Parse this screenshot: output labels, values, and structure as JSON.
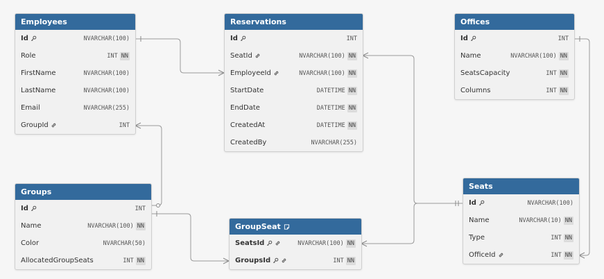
{
  "tables": {
    "employees": {
      "title": "Employees",
      "columns": [
        {
          "name": "Id",
          "type": "NVARCHAR(100)",
          "nn": "",
          "icons": [
            "key-icon"
          ]
        },
        {
          "name": "Role",
          "type": "INT",
          "nn": "NN",
          "icons": []
        },
        {
          "name": "FirstName",
          "type": "NVARCHAR(100)",
          "nn": "",
          "icons": []
        },
        {
          "name": "LastName",
          "type": "NVARCHAR(100)",
          "nn": "",
          "icons": []
        },
        {
          "name": "Email",
          "type": "NVARCHAR(255)",
          "nn": "",
          "icons": []
        },
        {
          "name": "GroupId",
          "type": "INT",
          "nn": "",
          "icons": [
            "link-icon"
          ]
        }
      ]
    },
    "reservations": {
      "title": "Reservations",
      "columns": [
        {
          "name": "Id",
          "type": "INT",
          "nn": "",
          "icons": [
            "key-icon"
          ]
        },
        {
          "name": "SeatId",
          "type": "NVARCHAR(100)",
          "nn": "NN",
          "icons": [
            "link-icon"
          ]
        },
        {
          "name": "EmployeeId",
          "type": "NVARCHAR(100)",
          "nn": "NN",
          "icons": [
            "link-icon"
          ]
        },
        {
          "name": "StartDate",
          "type": "DATETIME",
          "nn": "NN",
          "icons": []
        },
        {
          "name": "EndDate",
          "type": "DATETIME",
          "nn": "NN",
          "icons": []
        },
        {
          "name": "CreatedAt",
          "type": "DATETIME",
          "nn": "NN",
          "icons": []
        },
        {
          "name": "CreatedBy",
          "type": "NVARCHAR(255)",
          "nn": "",
          "icons": []
        }
      ]
    },
    "offices": {
      "title": "Offices",
      "columns": [
        {
          "name": "Id",
          "type": "INT",
          "nn": "",
          "icons": [
            "key-icon"
          ]
        },
        {
          "name": "Name",
          "type": "NVARCHAR(100)",
          "nn": "NN",
          "icons": []
        },
        {
          "name": "SeatsCapacity",
          "type": "INT",
          "nn": "NN",
          "icons": []
        },
        {
          "name": "Columns",
          "type": "INT",
          "nn": "NN",
          "icons": []
        }
      ]
    },
    "groups": {
      "title": "Groups",
      "columns": [
        {
          "name": "Id",
          "type": "INT",
          "nn": "",
          "icons": [
            "key-icon"
          ]
        },
        {
          "name": "Name",
          "type": "NVARCHAR(100)",
          "nn": "NN",
          "icons": []
        },
        {
          "name": "Color",
          "type": "NVARCHAR(50)",
          "nn": "",
          "icons": []
        },
        {
          "name": "AllocatedGroupSeats",
          "type": "INT",
          "nn": "NN",
          "icons": []
        }
      ]
    },
    "groupseat": {
      "title": "GroupSeat",
      "header_icon": "note-icon",
      "columns": [
        {
          "name": "SeatsId",
          "type": "NVARCHAR(100)",
          "nn": "NN",
          "icons": [
            "key-icon",
            "link-icon"
          ]
        },
        {
          "name": "GroupsId",
          "type": "INT",
          "nn": "NN",
          "icons": [
            "key-icon",
            "link-icon"
          ]
        }
      ]
    },
    "seats": {
      "title": "Seats",
      "columns": [
        {
          "name": "Id",
          "type": "NVARCHAR(100)",
          "nn": "",
          "icons": [
            "key-icon"
          ]
        },
        {
          "name": "Name",
          "type": "NVARCHAR(10)",
          "nn": "NN",
          "icons": []
        },
        {
          "name": "Type",
          "type": "INT",
          "nn": "NN",
          "icons": []
        },
        {
          "name": "OfficeId",
          "type": "INT",
          "nn": "NN",
          "icons": [
            "link-icon"
          ]
        }
      ]
    }
  },
  "colors": {
    "header": "#336a9c",
    "body": "#f1f1f1",
    "connector": "#9a9a9a",
    "nn_badge": "#dcdcdc"
  }
}
